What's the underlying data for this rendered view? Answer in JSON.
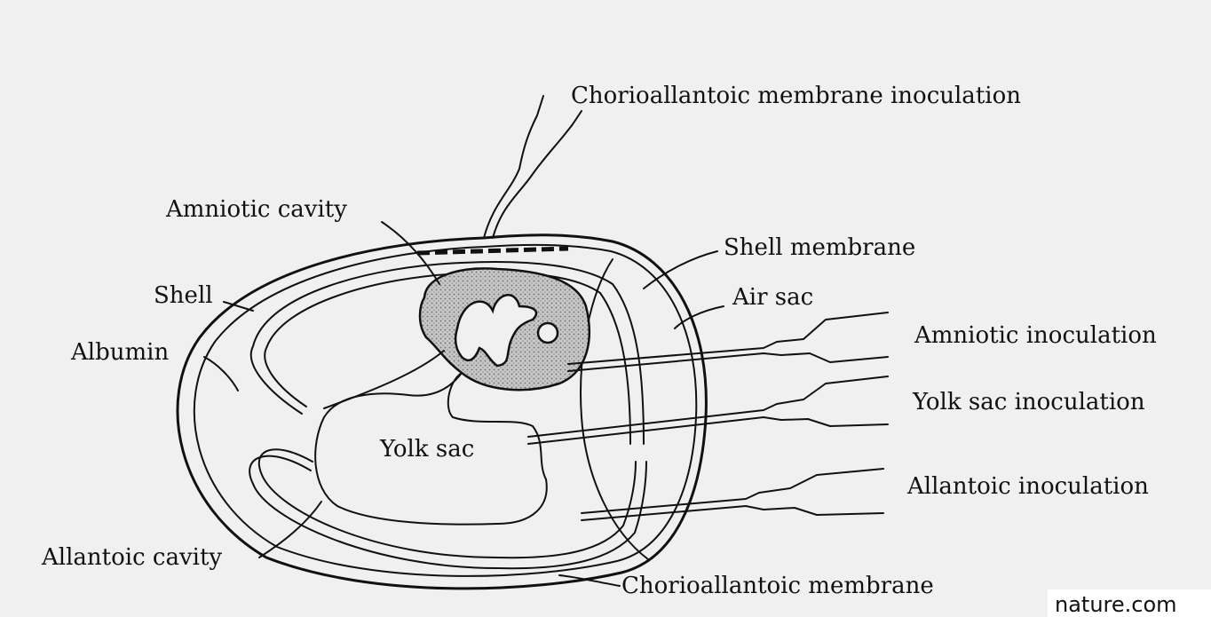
{
  "labels": {
    "cam_inoculation": "Chorioallantoic membrane inoculation",
    "amniotic_cavity": "Amniotic cavity",
    "shell_membrane": "Shell membrane",
    "shell": "Shell",
    "air_sac": "Air sac",
    "albumin": "Albumin",
    "amniotic_inoculation": "Amniotic inoculation",
    "yolk_sac_inoculation": "Yolk sac inoculation",
    "yolk_sac": "Yolk sac",
    "allantoic_inoculation": "Allantoic inoculation",
    "allantoic_cavity": "Allantoic cavity",
    "cam": "Chorioallantoic membrane"
  },
  "source": "nature.com",
  "colors": {
    "background": "#f0f0f0",
    "ink": "#111111",
    "amnion_fill": "#b4b4b4"
  }
}
